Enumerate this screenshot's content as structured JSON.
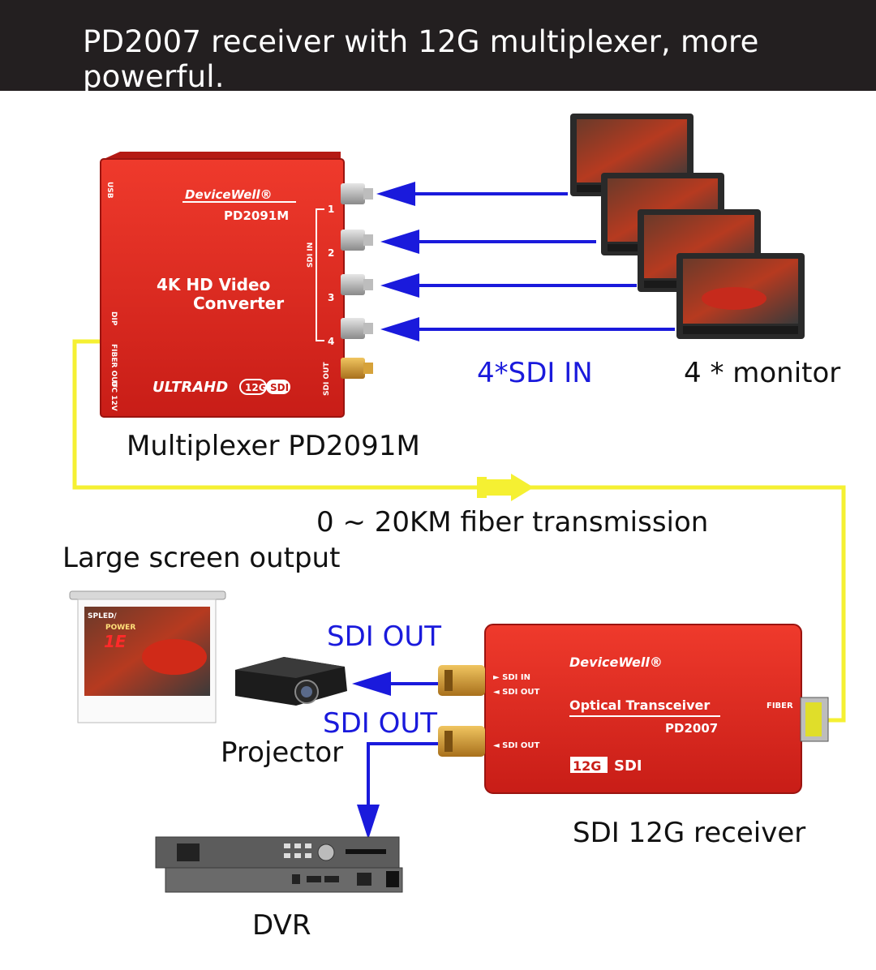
{
  "header": {
    "title": "PD2007 receiver with 12G multiplexer, more powerful."
  },
  "labels": {
    "sdi_in": "4*SDI IN",
    "monitors": "4 * monitor",
    "multiplexer": "Multiplexer PD2091M",
    "fiber": "0 ~ 20KM fiber transmission",
    "large_screen": "Large screen output",
    "sdi_out_1": "SDI OUT",
    "sdi_out_2": "SDI OUT",
    "projector": "Projector",
    "receiver": "SDI 12G receiver",
    "dvr": "DVR"
  },
  "multiplexer_device": {
    "brand": "DeviceWell®",
    "model": "PD2091M",
    "line1": "4K  HD Video",
    "line2": "Converter",
    "badge_left": "ULTRAHD",
    "badge_12g": "12G",
    "badge_sdi": "SDI",
    "usb": "USB",
    "dip": "DIP",
    "fiber_out": "FIBER OUT",
    "dc": "DC 12V",
    "sdi_in": "SDI IN",
    "sdi_out": "SDI OUT",
    "port_numbers": [
      "1",
      "2",
      "3",
      "4"
    ]
  },
  "receiver_device": {
    "brand": "DeviceWell®",
    "title": "Optical Transceiver",
    "model": "PD2007",
    "badge_12g": "12G",
    "badge_sdi": "SDI",
    "port_sdi_in": "► SDI IN",
    "port_sdi_out_1": "◄ SDI OUT",
    "port_sdi_out_2": "◄ SDI OUT",
    "fiber": "FIBER"
  },
  "screen": {
    "line1": "SPLED/",
    "line2": "POWER",
    "line3": "1E"
  },
  "colors": {
    "header_bg": "#231f20",
    "device_red": "#e0231f",
    "arrow_blue": "#1a1adc",
    "fiber_yellow": "#f5f032"
  }
}
